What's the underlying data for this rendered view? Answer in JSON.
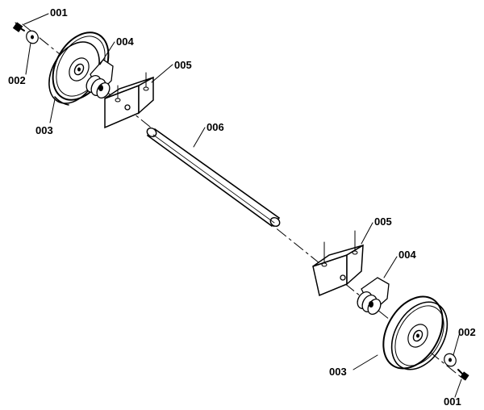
{
  "diagram": {
    "callouts": [
      {
        "id": "top-001",
        "text": "001"
      },
      {
        "id": "top-002",
        "text": "002"
      },
      {
        "id": "top-003",
        "text": "003"
      },
      {
        "id": "top-004",
        "text": "004"
      },
      {
        "id": "top-005",
        "text": "005"
      },
      {
        "id": "mid-006",
        "text": "006"
      },
      {
        "id": "bot-005",
        "text": "005"
      },
      {
        "id": "bot-004",
        "text": "004"
      },
      {
        "id": "bot-002",
        "text": "002"
      },
      {
        "id": "bot-003",
        "text": "003"
      },
      {
        "id": "bot-001",
        "text": "001"
      }
    ]
  }
}
